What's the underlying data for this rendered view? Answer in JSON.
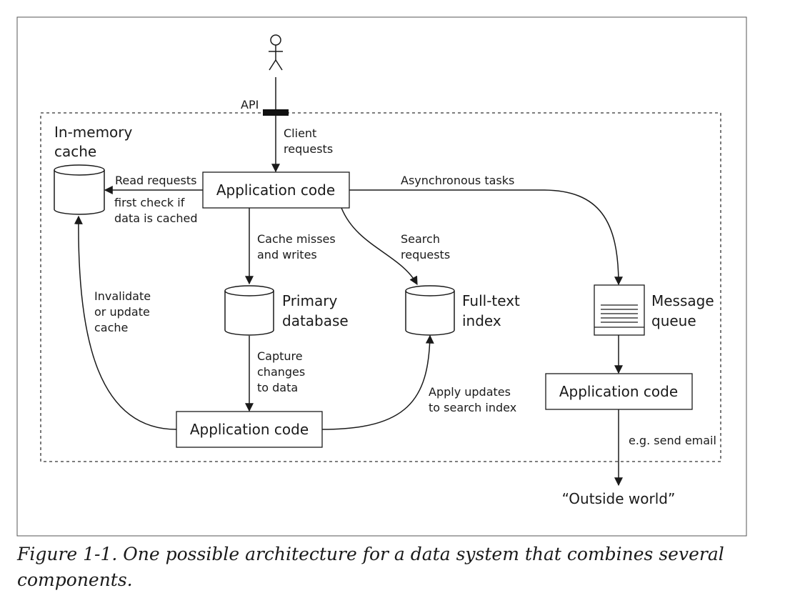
{
  "api_label": "API",
  "edges": {
    "client_requests": [
      "Client",
      "requests"
    ],
    "read_requests": [
      "Read requests",
      "first check if",
      "data is cached"
    ],
    "async_tasks": "Asynchronous tasks",
    "cache_misses": [
      "Cache misses",
      "and writes"
    ],
    "search_requests": [
      "Search",
      "requests"
    ],
    "invalidate": [
      "Invalidate",
      "or update",
      "cache"
    ],
    "capture_changes": [
      "Capture",
      "changes",
      "to data"
    ],
    "apply_updates": [
      "Apply updates",
      "to search index"
    ],
    "send_email": "e.g. send email"
  },
  "nodes": {
    "cache": [
      "In-memory",
      "cache"
    ],
    "app_top": "Application code",
    "primary_db": [
      "Primary",
      "database"
    ],
    "fulltext": [
      "Full-text",
      "index"
    ],
    "queue": [
      "Message",
      "queue"
    ],
    "app_bottom": "Application code",
    "app_right": "Application code",
    "outside": "“Outside world”"
  },
  "caption": "Figure 1-1. One possible architecture for a data system that combines several components."
}
